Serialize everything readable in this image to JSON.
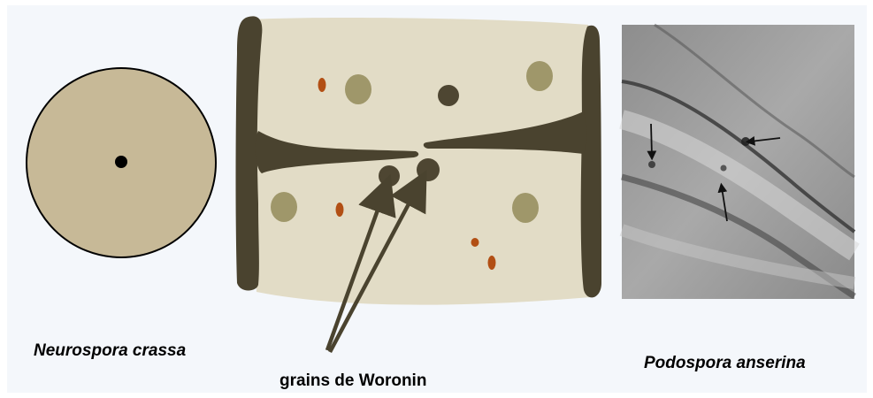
{
  "labels": {
    "left_species": "Neurospora crassa",
    "center_annotation": "grains de Woronin",
    "right_species": "Podospora anserina"
  },
  "colors": {
    "background_panel": "#f4f7fb",
    "circle_fill": "#c7b997",
    "septum_wall": "#4a432f",
    "cell_fill": "#e2dcc6",
    "nucleus_fill": "#9f976a",
    "woronin_body": "#4e4632",
    "granule": "#b24f14",
    "micrograph_base": "#9e9e9e"
  },
  "icons": {
    "arrow": "arrow-icon"
  }
}
